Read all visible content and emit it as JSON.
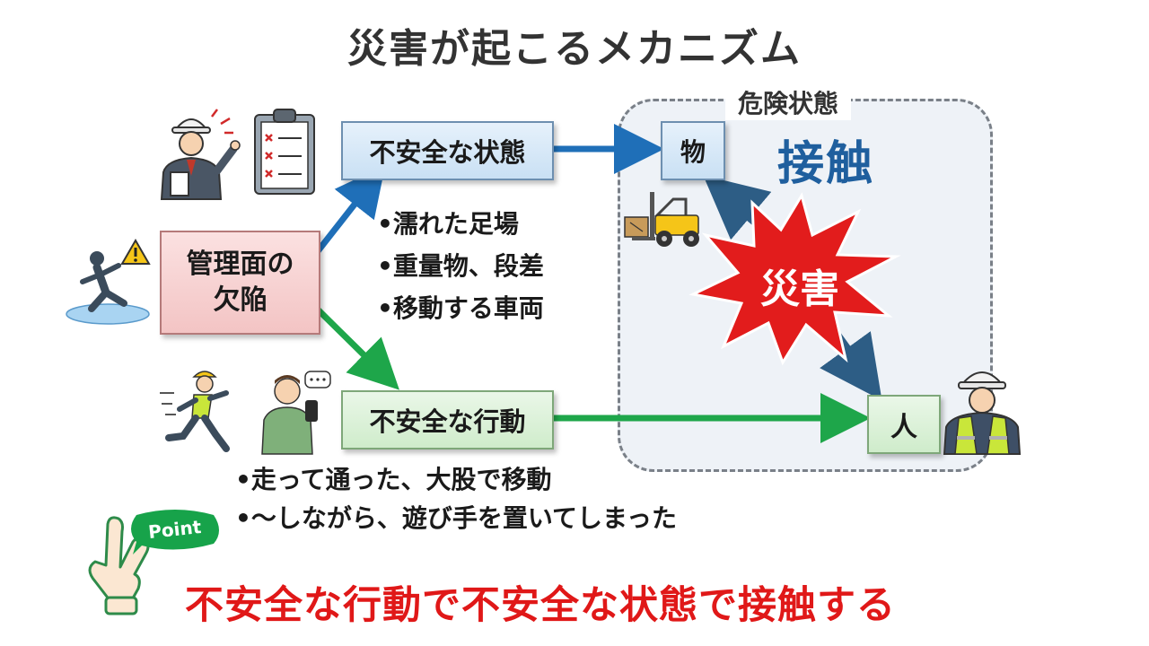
{
  "title": "災害が起こるメカニズム",
  "danger_zone": {
    "label": "危険状態"
  },
  "boxes": {
    "unsafe_condition": "不安全な状態",
    "unsafe_action": "不安全な行動",
    "management": [
      "管理面の",
      "欠陥"
    ],
    "object": "物",
    "person": "人"
  },
  "contact_label": "接触",
  "disaster_label": "災害",
  "unsafe_condition_examples": [
    "•濡れた足場",
    "•重量物、段差",
    "•移動する車両"
  ],
  "unsafe_action_examples": [
    "•走って通った、大股で移動",
    "•〜しながら、遊び手を置いてしまった"
  ],
  "point": {
    "badge": "Point",
    "message": "不安全な行動で不安全な状態で接触する"
  },
  "icons": [
    "supervisor-pointing-icon",
    "checklist-icon",
    "slip-fall-icon",
    "warning-icon",
    "running-worker-icon",
    "smartphone-user-icon",
    "forklift-icon",
    "safety-worker-icon",
    "pointing-hand-icon"
  ],
  "colors": {
    "blue_arrow": "#1f6fb8",
    "green_arrow": "#1ea64a",
    "burst": "#e21c1c",
    "contact": "#1f5f9e",
    "message": "#e01818",
    "badge": "#17a34a"
  }
}
